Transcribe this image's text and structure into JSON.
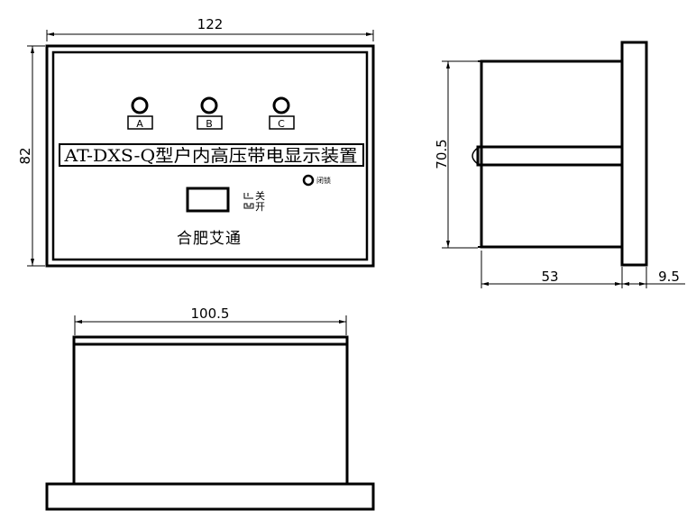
{
  "front_view": {
    "title": "AT-DXS-Q型户内高压带电显示装置",
    "phase_labels": [
      "A",
      "B",
      "C"
    ],
    "lock_label": "闭锁",
    "switch_close_label": "关",
    "switch_open_label": "开",
    "brand": "合肥艾通",
    "dim_width": "122",
    "dim_height": "82"
  },
  "side_view": {
    "dim_height": "70.5",
    "dim_depth": "53",
    "dim_flange": "9.5"
  },
  "bottom_view": {
    "dim_width": "100.5"
  }
}
